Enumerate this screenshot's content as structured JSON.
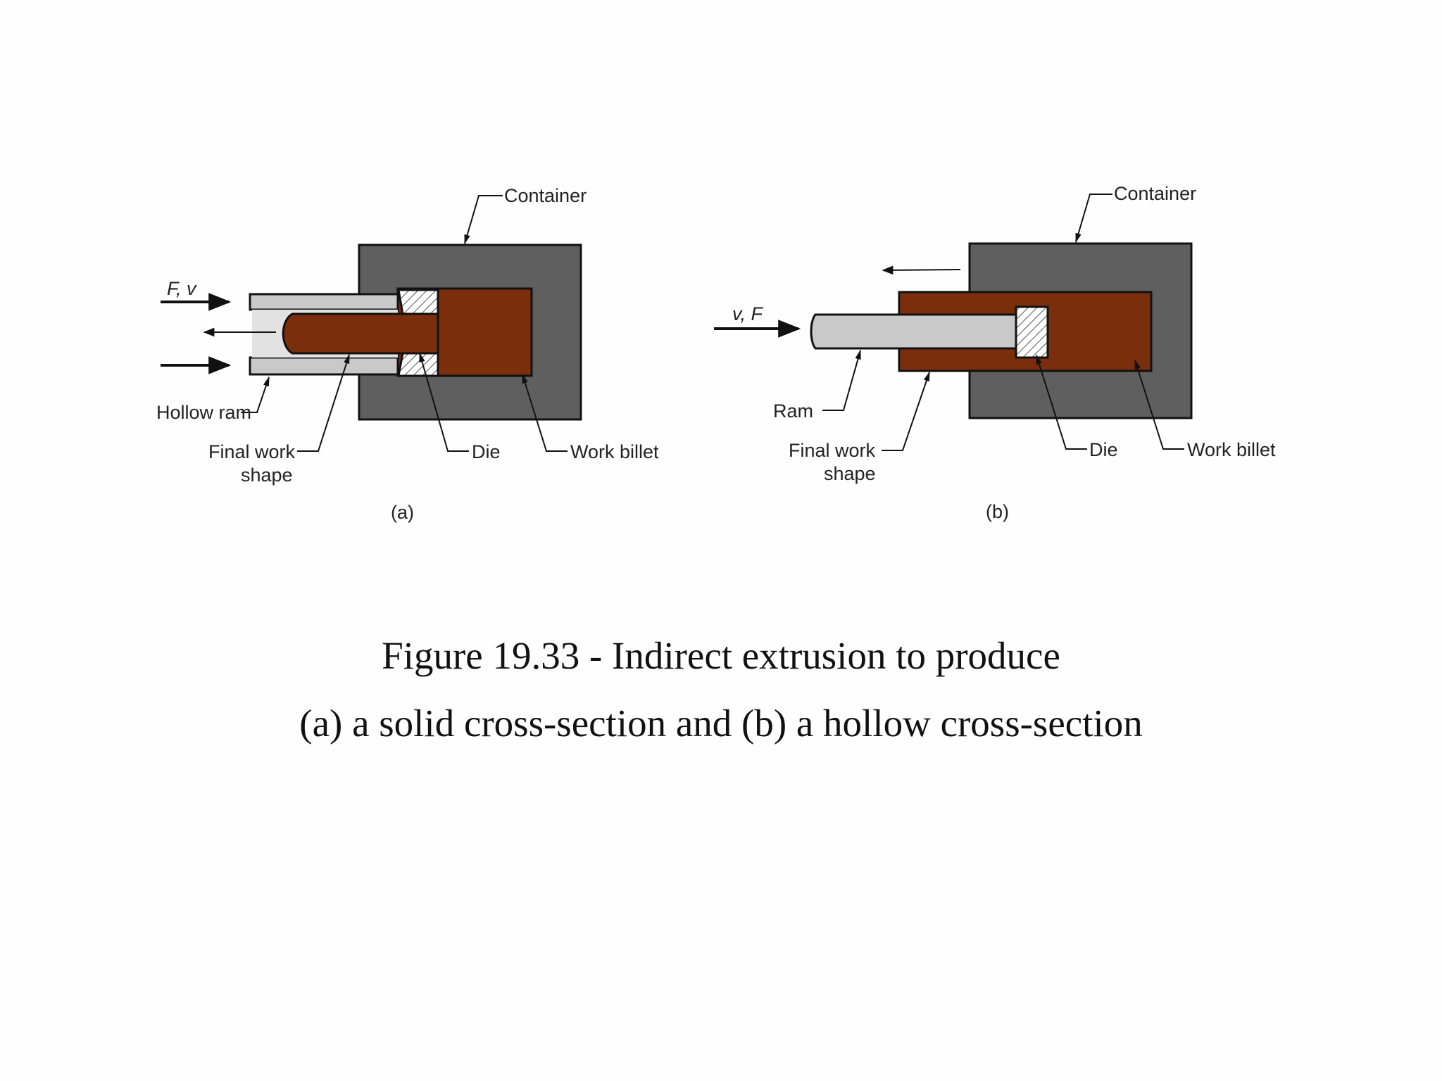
{
  "colors": {
    "container": "#5f5f5f",
    "billet": "#7a2e0c",
    "ram": "#c9c9c9",
    "die_hatch": "#555555",
    "outline": "#111111"
  },
  "figure_a": {
    "label_force": "F, v",
    "label_container": "Container",
    "label_hollow_ram": "Hollow ram",
    "label_final_work_line1": "Final work",
    "label_final_work_line2": "shape",
    "label_die": "Die",
    "label_work_billet": "Work billet",
    "panel_label": "(a)"
  },
  "figure_b": {
    "label_force": "v, F",
    "label_container": "Container",
    "label_ram": "Ram",
    "label_final_work_line1": "Final work",
    "label_final_work_line2": "shape",
    "label_die": "Die",
    "label_work_billet": "Work billet",
    "panel_label": "(b)"
  },
  "caption": {
    "line1": "Figure 19.33 - Indirect extrusion to produce",
    "line2": "(a) a solid cross-section and (b) a hollow cross-section"
  }
}
